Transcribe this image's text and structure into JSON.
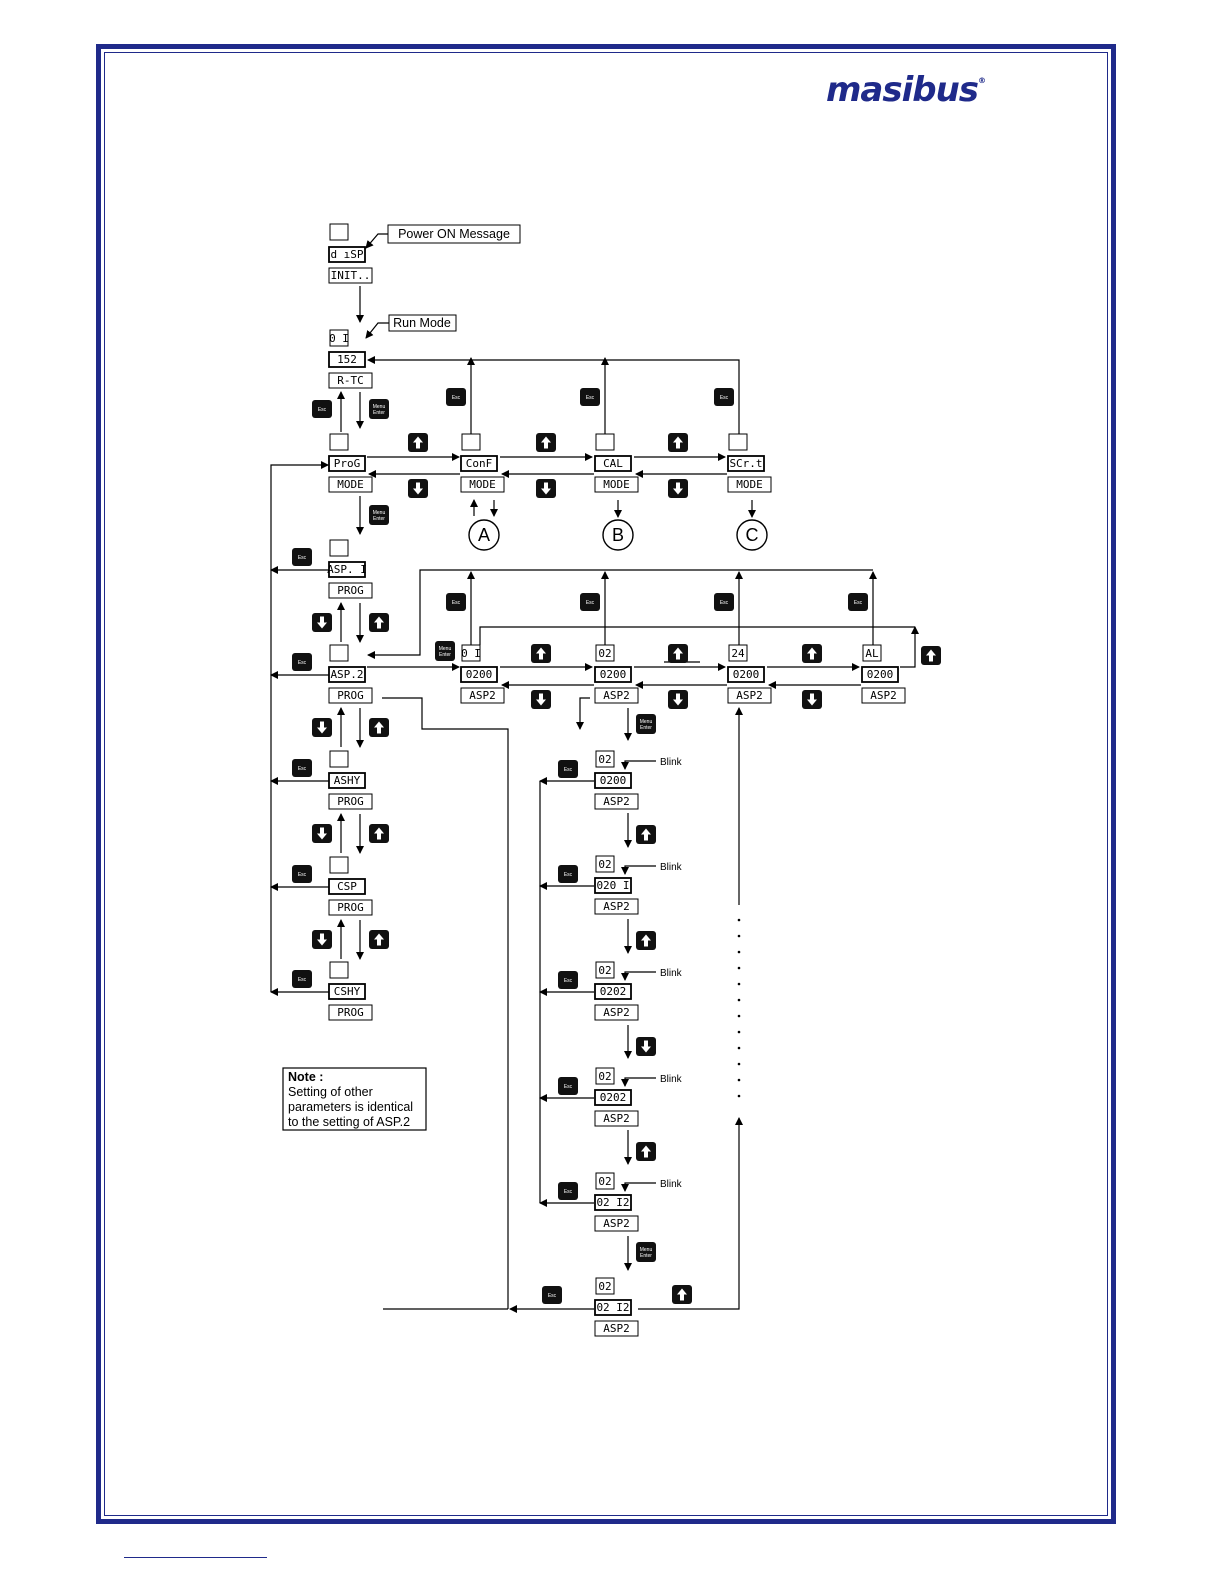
{
  "brand": {
    "logo": "masibus",
    "registered": "®"
  },
  "labels": {
    "power_on": "Power ON Message",
    "run_mode": "Run Mode",
    "blink": "Blink"
  },
  "note": {
    "title": "Note :",
    "lines": [
      "Setting of other",
      "parameters is identical",
      "to the setting of ASP.2"
    ]
  },
  "keys": {
    "esc": "Esc",
    "menu": "Menu",
    "enter": "Enter"
  },
  "connectors": [
    "A",
    "B",
    "C"
  ],
  "displays": {
    "disp": "d ıSP",
    "init": "INIT..",
    "run_top": "0 I",
    "run_mid": "152",
    "run_bot": "R-TC",
    "prog": "ProG",
    "conf": "ConF",
    "cal": "CAL",
    "scrt": "SCr.t",
    "mode": "MODE",
    "asp1": "ASP. I",
    "asp2": "ASP.2",
    "ashy": "ASHY",
    "csp": "CSP",
    "cshy": "CSHY",
    "progl": "PROG",
    "p01": "0 I",
    "p02": "02",
    "p24": "24",
    "pal": "AL",
    "val": "0200",
    "aspl": "ASP2",
    "b_top": "02",
    "b_vals": [
      "0200",
      "020 I",
      "0202",
      "0202",
      "02 I2",
      "02 I2"
    ]
  }
}
